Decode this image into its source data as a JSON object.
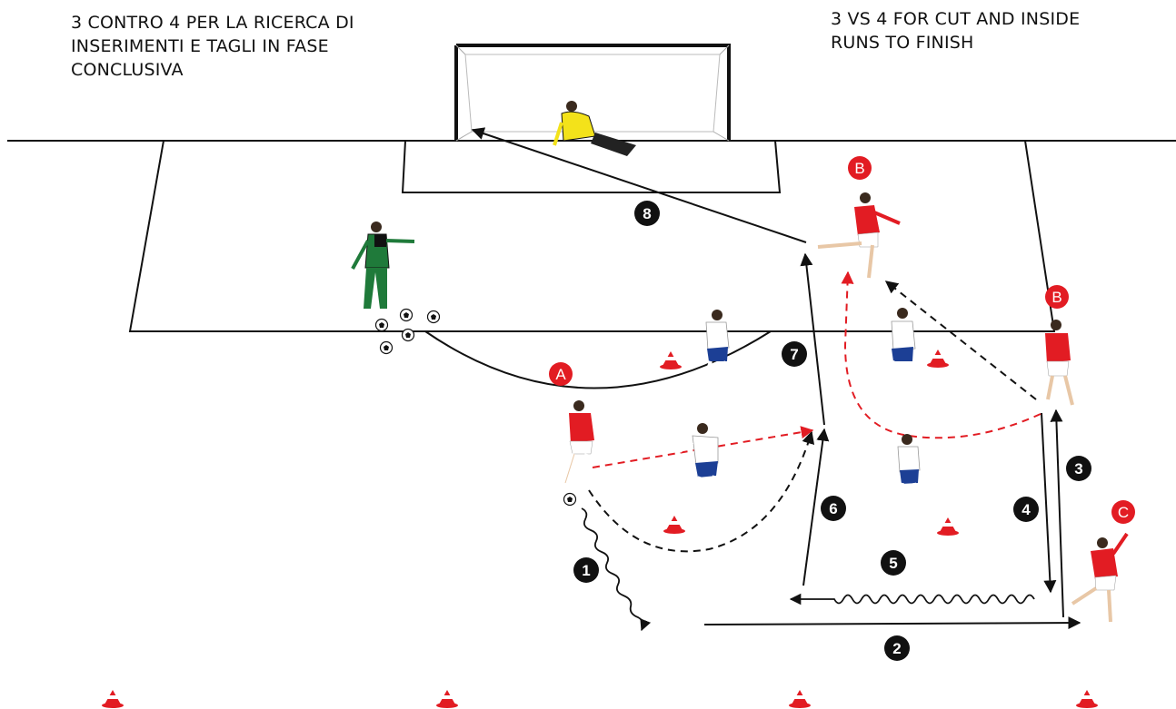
{
  "titles": {
    "italian": [
      "3 CONTRO 4 PER LA RICERCA DI",
      "INSERIMENTI E TAGLI IN FASE",
      "CONCLUSIVA"
    ],
    "english": [
      "3 VS 4 FOR CUT AND INSIDE",
      "RUNS TO FINISH"
    ]
  },
  "sequence_numbers": [
    "1",
    "2",
    "3",
    "4",
    "5",
    "6",
    "7",
    "8"
  ],
  "player_labels": {
    "a": "A",
    "b_top": "B",
    "b_right": "B",
    "c": "C"
  },
  "colors": {
    "attacker_red": "#e21c23",
    "defender_blue": "#1c3f95",
    "coach_green": "#1f7a3a",
    "goalkeeper_yellow": "#f3e21a",
    "line_black": "#111111",
    "number_badge": "#111111",
    "label_badge": "#e21c23"
  }
}
